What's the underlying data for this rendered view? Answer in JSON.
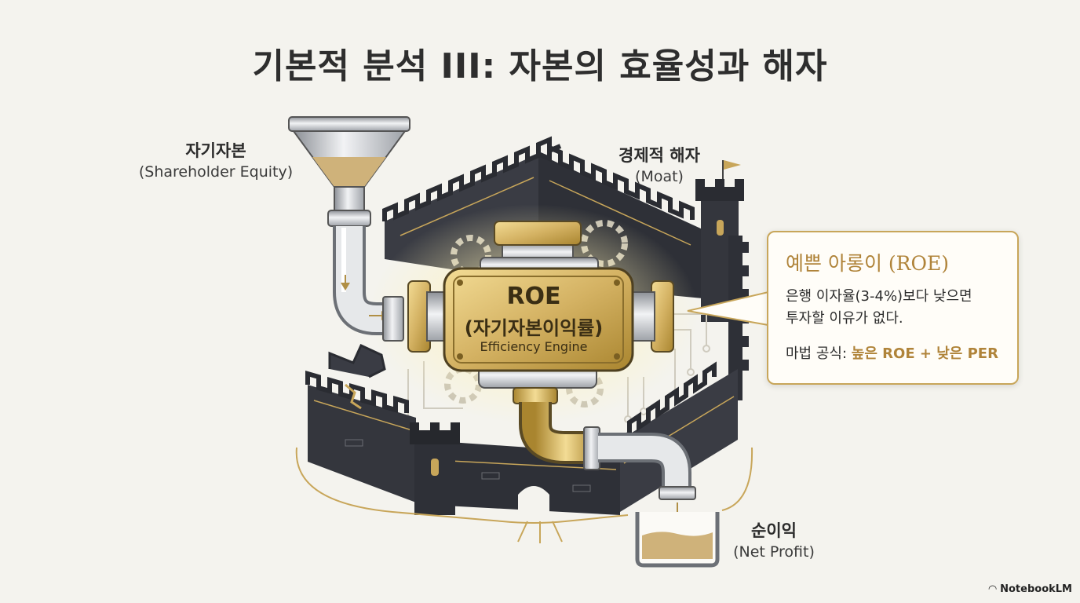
{
  "title": "기본적 분석 III: 자본의 효율성과 해자",
  "labels": {
    "equity_ko": "자기자본",
    "equity_en": "(Shareholder Equity)",
    "moat_ko": "경제적 해자",
    "moat_en": "(Moat)",
    "profit_ko": "순이익",
    "profit_en": "(Net Profit)"
  },
  "engine": {
    "name": "ROE",
    "name_ko": "(자기자본이익률)",
    "subtitle": "Efficiency Engine"
  },
  "callout": {
    "title": "예쁜 아롱이 (ROE)",
    "line1": "은행 이자율(3-4%)보다 낮으면",
    "line2": "투자할 이유가 없다.",
    "formula_label": "마법 공식:",
    "formula_value": "높은 ROE + 낮은 PER"
  },
  "brand": "NotebookLM",
  "colors": {
    "gold": "#c8a65a",
    "dark_wall": "#34363d",
    "accent_text": "#b0843a"
  }
}
